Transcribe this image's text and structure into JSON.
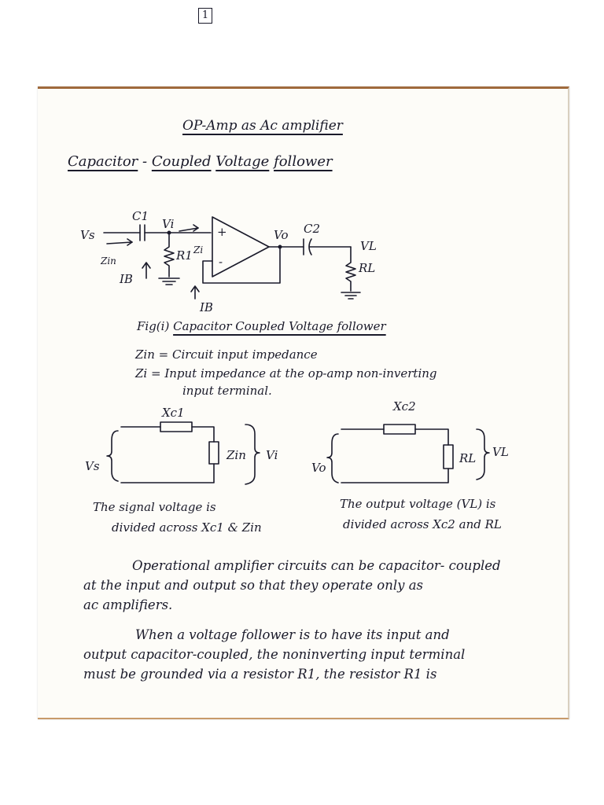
{
  "page_number": "1",
  "title": "OP-Amp as Ac amplifier",
  "heading": {
    "part1": "Capacitor",
    "dash": "-",
    "part2": "Coupled",
    "part3": "Voltage",
    "part4": "follower"
  },
  "circuit1": {
    "vs": "Vs",
    "c1": "C1",
    "vi": "Vi",
    "zin": "Zin",
    "zi": "Zi",
    "r1": "R1",
    "ib": "IB",
    "ib2": "IB",
    "plus": "+",
    "minus": "-",
    "vo": "Vo",
    "c2": "C2",
    "vl": "VL",
    "rl": "RL"
  },
  "figure_caption": {
    "prefix": "Fig(i)",
    "text": "Capacitor Coupled Voltage follower"
  },
  "definitions": [
    "Zin = Circuit input impedance",
    "Zi = Input impedance at the op-amp non-inverting",
    "input terminal."
  ],
  "circuit2": {
    "xc1": "Xc1",
    "vs": "Vs",
    "zin": "Zin",
    "vi": "Vi",
    "caption": [
      "The signal voltage is",
      "divided across Xc1 & Zin"
    ]
  },
  "circuit3": {
    "xc2": "Xc2",
    "vo": "Vo",
    "rl": "RL",
    "vl": "VL",
    "caption": [
      "The output voltage (VL) is",
      "divided across Xc2 and RL"
    ]
  },
  "paragraph1": [
    "Operational amplifier circuits can be capacitor- coupled",
    "at the input and output so that they operate only as",
    "ac amplifiers."
  ],
  "paragraph2": [
    "When a voltage follower is to have its input and",
    "output capacitor-coupled, the noninverting input terminal",
    "must be grounded via a resistor R1, the resistor R1 is"
  ]
}
